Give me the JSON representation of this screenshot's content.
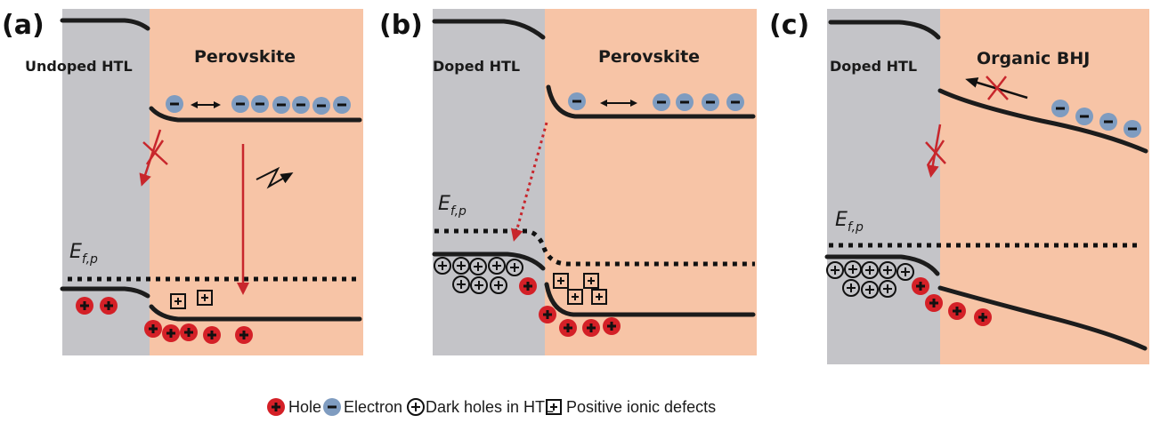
{
  "figure": {
    "colors": {
      "htl": "#c4c4c8",
      "absorber": "#f7c4a6",
      "hole": "#d42027",
      "electron": "#7f9cc0",
      "band": "#1c1c1c",
      "recombination": "#c8262c"
    },
    "panels": [
      {
        "label": "(a)",
        "htl_label": "Undoped HTL",
        "absorber_label": "Perovskite",
        "fermi_label": "E",
        "fermi_sub": "f,p"
      },
      {
        "label": "(b)",
        "htl_label": "Doped HTL",
        "absorber_label": "Perovskite",
        "fermi_label": "E",
        "fermi_sub": "f,p"
      },
      {
        "label": "(c)",
        "htl_label": "Doped HTL",
        "absorber_label": "Organic BHJ",
        "fermi_label": "E",
        "fermi_sub": "f,p"
      }
    ],
    "legend": {
      "hole": "Hole",
      "electron": "Electron",
      "dark_hole": "Dark holes in HTL",
      "ionic_defect": "Positive ionic defects"
    }
  }
}
